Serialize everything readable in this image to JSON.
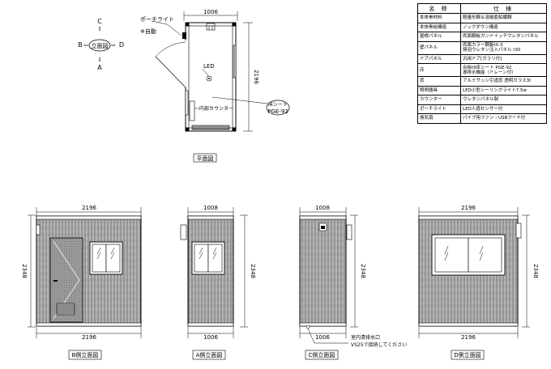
{
  "spec_table": {
    "headers": [
      "名 称",
      "仕 様"
    ],
    "rows": [
      {
        "name": "本体骨材料",
        "value": "軽量形鋼＆溶融亜鉛鍍鋼"
      },
      {
        "name": "本体骨組構造",
        "value": "ノックダウン構造"
      },
      {
        "name": "屋根パネル",
        "value": "両面鋼板ガンドイッチウレタンパネル"
      },
      {
        "name": "壁パネル",
        "value": "両面カラー鋼鈑t0.3",
        "value2": "発泡ウレタン注入パネル t30"
      },
      {
        "name": "ドアパネル",
        "value": "汎用ドア[ガラリ付]"
      },
      {
        "name": "床",
        "value": "合板t9床シート PGE-92",
        "value2": "導排水機能（ドレーン付）"
      },
      {
        "name": "窓",
        "value": "アルミサッシ引違窓 透明ガラス3t"
      },
      {
        "name": "照明器具",
        "value": "LED小型シーリングライト7.5w"
      },
      {
        "name": "カウンター",
        "value": "ウレタンパネル製"
      },
      {
        "name": "ポーチライト",
        "value": "LED人感センサー付"
      },
      {
        "name": "換気扇",
        "value": "パイプ用ファン・USBフード付"
      }
    ]
  },
  "compass": {
    "north": "C",
    "south": "A",
    "west": "B",
    "east": "D",
    "center": "立面図"
  },
  "plan": {
    "width_dim": "1006",
    "depth_dim": "2196",
    "porch_light": "ポーチライト",
    "porch_light_mode": "※自動",
    "led": "LED",
    "counter": "内部カウンター",
    "floor_sheet": "床シート",
    "floor_code": "PGE-92",
    "caption": "平面図"
  },
  "elevations": {
    "B": {
      "top_dim": "2196",
      "bottom_dim": "2196",
      "height_dim": "2348",
      "caption": "B側立面図"
    },
    "A": {
      "top_dim": "1008",
      "bottom_dim": "1006",
      "height_dim": "2348",
      "caption": "A側立面図"
    },
    "C": {
      "top_dim": "1008",
      "bottom_dim": "1006",
      "height_dim": "2348",
      "caption": "C側立面図",
      "note1": "室内清排水口",
      "note2": "VS25で接続してください"
    },
    "D": {
      "top_dim": "2196",
      "bottom_dim": "2196",
      "height_dim": "2348",
      "caption": "D側立面図"
    }
  }
}
